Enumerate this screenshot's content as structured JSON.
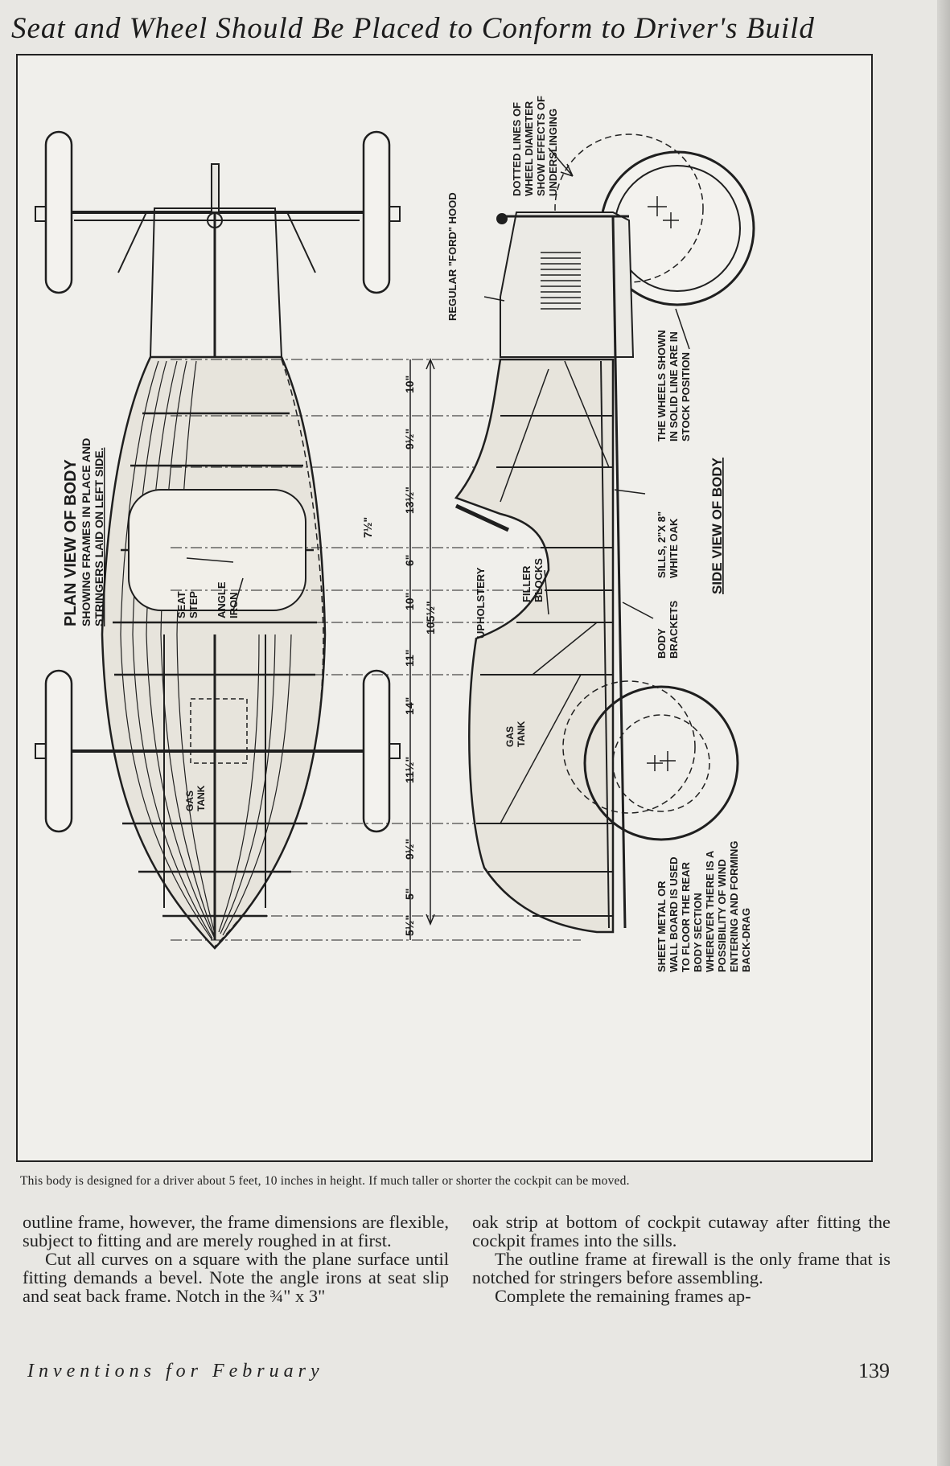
{
  "page": {
    "title": "Seat and Wheel Should Be Placed to Conform to Driver's Build",
    "caption": "This body is designed for a driver about 5 feet, 10 inches in height. If much taller or shorter the cockpit can be moved.",
    "column1": [
      "outline frame, however, the frame dimensions are flexible, subject to fitting and are merely roughed in at first.",
      "Cut all curves on a square with the plane surface until fitting demands a bevel. Note the angle irons at seat slip and seat back frame. Notch in the ¾\" x 3\""
    ],
    "column2": [
      "oak strip at bottom of cockpit cutaway after fitting the cockpit frames into the sills.",
      "The outline frame at firewall is the only frame that is notched for stringers before assembling.",
      "Complete the remaining frames ap-"
    ],
    "footer_left": "Inventions for February",
    "page_number": "139"
  },
  "figure": {
    "plan_view_title": "PLAN VIEW OF BODY",
    "plan_view_sub1": "SHOWING FRAMES IN PLACE AND",
    "plan_view_sub2": "STRINGERS LAID ON LEFT SIDE.",
    "side_view_title": "SIDE VIEW OF BODY",
    "seat_step_1": "SEAT",
    "seat_step_2": "STEP",
    "angle_iron_1": "ANGLE",
    "angle_iron_2": "IRON",
    "gas_tank_1": "GAS",
    "gas_tank_2": "TANK",
    "ford_hood": "REGULAR \"FORD\" HOOD",
    "dotted_1": "DOTTED LINES OF",
    "dotted_2": "WHEEL DIAMETER",
    "dotted_3": "SHOW EFFECTS OF",
    "dotted_4": "UNDERSLINGING",
    "wheels_1": "THE WHEELS SHOWN",
    "wheels_2": "IN SOLID LINE ARE IN",
    "wheels_3": "STOCK POSITION",
    "sills_1": "SILLS, 2\"X 8\"",
    "sills_2": "WHITE OAK",
    "body_brackets_1": "BODY",
    "body_brackets_2": "BRACKETS",
    "upholstery": "UPHOLSTERY",
    "filler_1": "FILLER",
    "filler_2": "BLOCKS",
    "sheet_1": "SHEET METAL OR",
    "sheet_2": "WALL BOARD IS USED",
    "sheet_3": "TO FLOOR THE REAR",
    "sheet_4": "BODY SECTION",
    "sheet_5": "WHEREVER THERE IS A",
    "sheet_6": "POSSIBILITY OF WIND",
    "sheet_7": "ENTERING AND FORMING",
    "sheet_8": "BACK-DRAG",
    "dimensions": [
      "10\"",
      "9½\"",
      "13½\"",
      "6\"",
      "10\"",
      "11\"",
      "14\"",
      "11½\"",
      "9½\"",
      "5\"",
      "5½\""
    ],
    "dim_7half": "7½\"",
    "overall_length": "105½\""
  }
}
